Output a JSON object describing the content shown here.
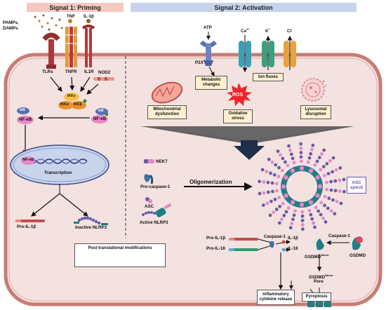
{
  "headers": {
    "signal1": "Signal 1: Priming",
    "signal2": "Signal 2: Activation"
  },
  "priming": {
    "pamps": "PAMPs,",
    "damps": "DAMPs",
    "tnf": "TNF",
    "il1b": "IL-1β",
    "tlrs": "TLRs",
    "tnfr": "TNFR",
    "il1r": "IL1R",
    "nod2": "NOD2",
    "ikkg": "IKKγ",
    "ikka": "IKKα",
    "ikkb": "IKKβ",
    "ikb": "IκB",
    "nfkb": "NF-κB",
    "transcription": "Transcription",
    "pro_il1b": "Pro-IL-1β",
    "inactive_nlrp3": "Inactive NLRP3",
    "ptm": "Post-translational modifications"
  },
  "activation": {
    "atp": "ATP",
    "p2x7": "P2X",
    "p2x7_sup": "7",
    "ca": "Ca",
    "ca_sup": "2+",
    "k": "K",
    "k_sup": "+",
    "cl": "Cl",
    "cl_sup": "-",
    "metabolic": "Metabolic changes",
    "ion_fluxes": "Ion fluxes",
    "ros": "ROS",
    "mito": "Mitochondrial dysfunction",
    "oxidative": "Oxidative stress",
    "lysosomal": "Lysosomal disruption",
    "nek7": "NEK7",
    "pro_casp1": "Pro-caspase-1",
    "asc": "ASC",
    "active_nlrp3": "Active NLRP3",
    "oligomerization": "Oligomerization",
    "asc_speck": "ASC speck",
    "pro_il1b": "Pro-IL-1β",
    "pro_il18": "Pro-IL-18",
    "casp1": "Caspase-1",
    "il1b": "IL-1β",
    "il18": "IL-18",
    "casp1_b": "Caspase-1",
    "gsdmd_nterm": "GSDMD",
    "gsdmd_nterm_sup": "Nterm",
    "gsdmd": "GSDMD",
    "pore_label": "GSDMD",
    "pore_sup": "Nterm",
    "pore": "Pore",
    "inflammatory": "Inflammatory cytokine release",
    "pyroptosis": "Pyroptosis"
  },
  "colors": {
    "signal1_bg": "#f5c9c0",
    "signal2_bg": "#c6d3ea",
    "cell_fill": "#f3e2e0",
    "membrane": "#c97b74",
    "box_fill": "#fdf0cf",
    "nfkb": "#e887c6",
    "ros": "#e8262c",
    "speck_purple": "#6a5aa8",
    "speck_teal": "#1f7f86"
  }
}
